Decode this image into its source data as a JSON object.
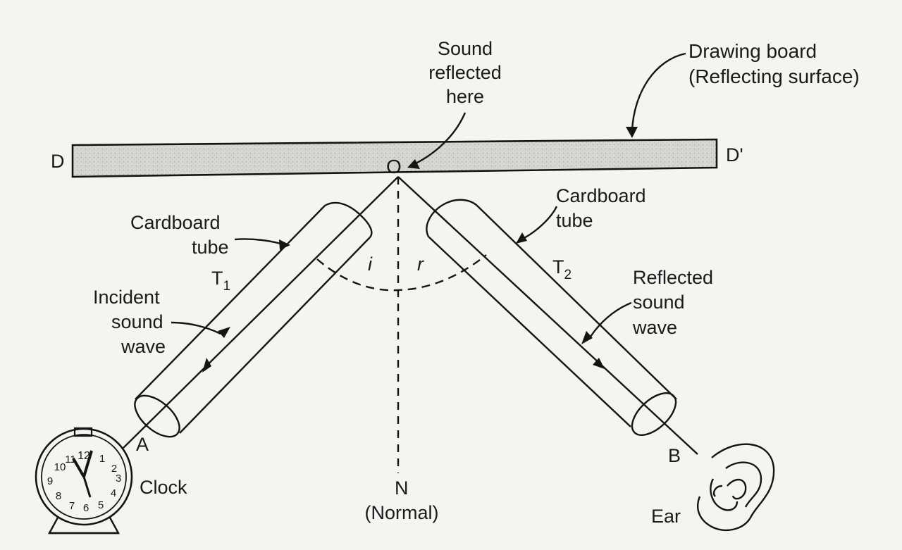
{
  "board": {
    "left_label": "D",
    "right_label": "D'",
    "point_label": "O",
    "name_lines": [
      "Drawing board",
      "(Reflecting surface)"
    ]
  },
  "reflection_note": [
    "Sound",
    "reflected",
    "here"
  ],
  "left_tube": {
    "name_lines": [
      "Cardboard",
      "tube"
    ],
    "tag": "T",
    "tag_sub": "1",
    "wave_lines": [
      "Incident",
      "sound",
      "wave"
    ],
    "end_label": "A"
  },
  "right_tube": {
    "name_lines": [
      "Cardboard",
      "tube"
    ],
    "tag": "T",
    "tag_sub": "2",
    "wave_lines": [
      "Reflected",
      "sound",
      "wave"
    ],
    "end_label": "B"
  },
  "normal": {
    "letter": "N",
    "name": "(Normal)",
    "angle_incidence": "i",
    "angle_reflection": "r"
  },
  "clock": {
    "label": "Clock",
    "numerals": [
      "12",
      "1",
      "2",
      "3",
      "4",
      "5",
      "6",
      "7",
      "8",
      "9",
      "10",
      "11"
    ]
  },
  "ear": {
    "label": "Ear"
  },
  "colors": {
    "ink": "#141414",
    "board_fill": "#d9d9d6",
    "paper": "#f4f4f1"
  }
}
